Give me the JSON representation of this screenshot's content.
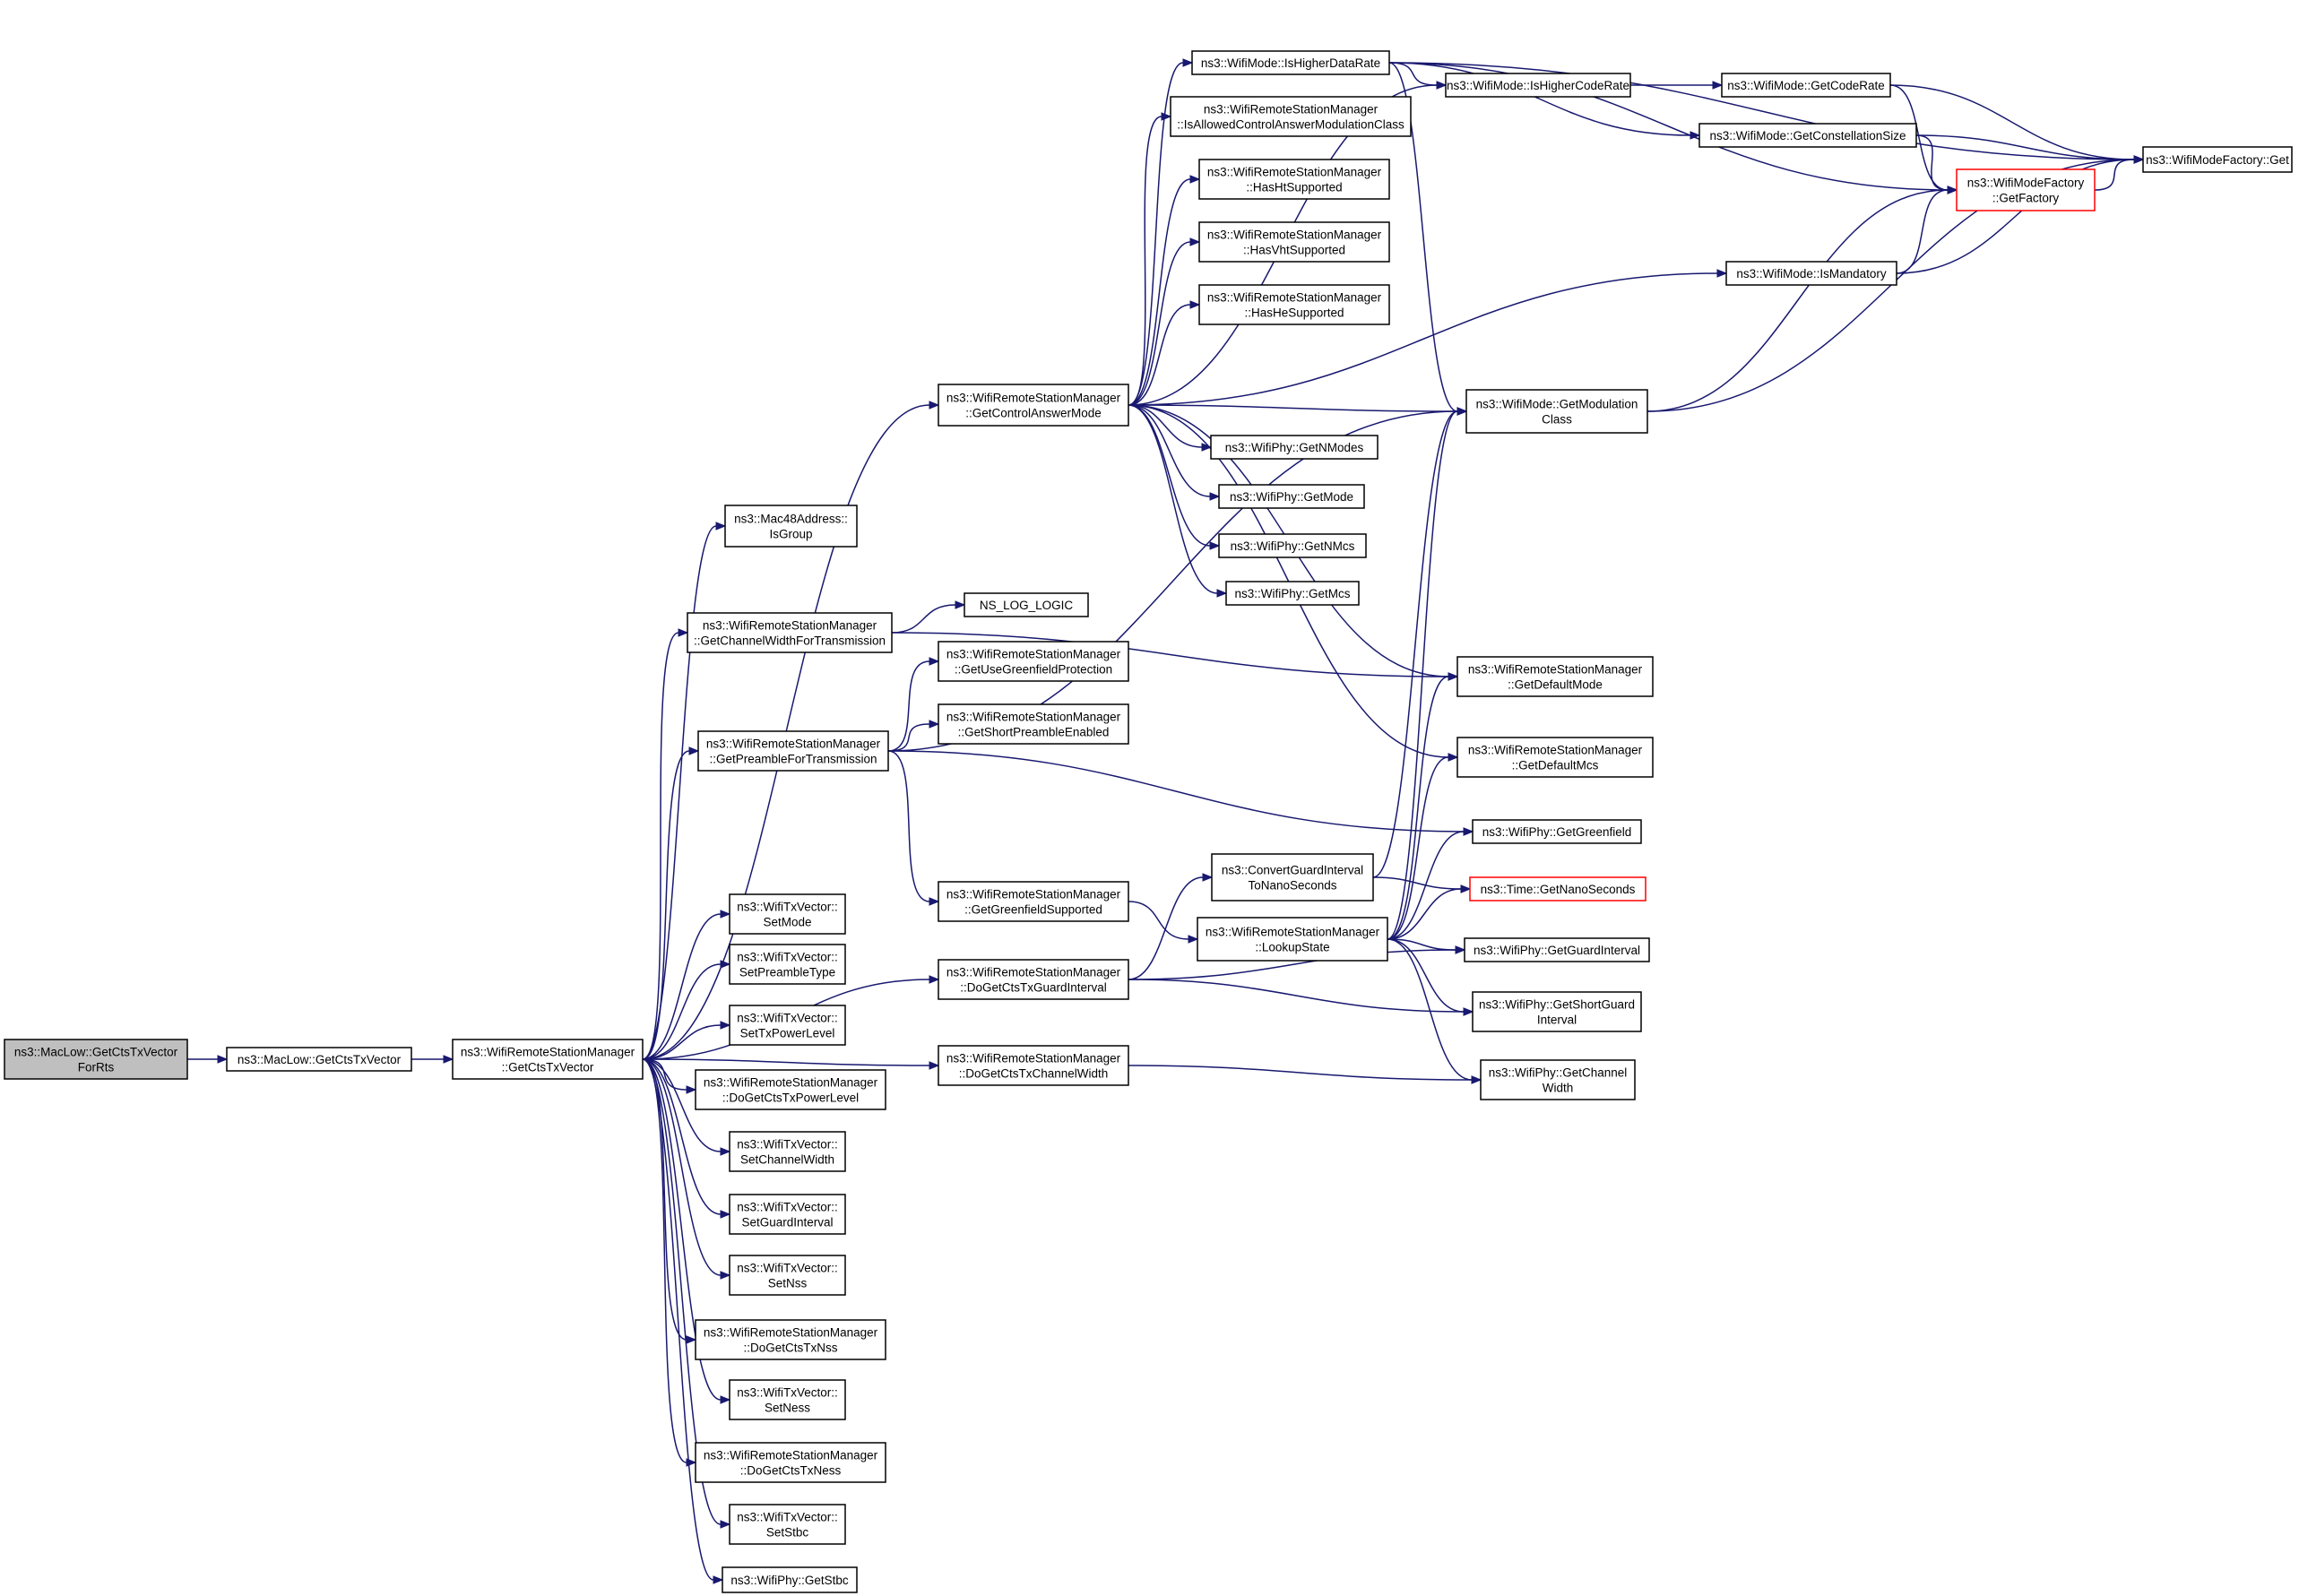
{
  "colors": {
    "edge": "#191970",
    "node_border": "#000000",
    "missing_border": "#ff0000",
    "root_fill": "#bfbfbf",
    "background": "#ffffff"
  },
  "nodes": [
    {
      "id": "root",
      "lines": [
        "ns3::MacLow::GetCtsTxVector",
        "ForRts"
      ],
      "kind": "root"
    },
    {
      "id": "gctv",
      "lines": [
        "ns3::MacLow::GetCtsTxVector"
      ]
    },
    {
      "id": "wrsm_gctv",
      "lines": [
        "ns3::WifiRemoteStationManager",
        "::GetCtsTxVector"
      ]
    },
    {
      "id": "isgroup",
      "lines": [
        "ns3::Mac48Address::",
        "IsGroup"
      ]
    },
    {
      "id": "gcwft",
      "lines": [
        "ns3::WifiRemoteStationManager",
        "::GetChannelWidthForTransmission"
      ]
    },
    {
      "id": "gpft",
      "lines": [
        "ns3::WifiRemoteStationManager",
        "::GetPreambleForTransmission"
      ]
    },
    {
      "id": "gcam",
      "lines": [
        "ns3::WifiRemoteStationManager",
        "::GetControlAnswerMode"
      ]
    },
    {
      "id": "setmode",
      "lines": [
        "ns3::WifiTxVector::",
        "SetMode"
      ]
    },
    {
      "id": "setpreamble",
      "lines": [
        "ns3::WifiTxVector::",
        "SetPreambleType"
      ]
    },
    {
      "id": "settxpower",
      "lines": [
        "ns3::WifiTxVector::",
        "SetTxPowerLevel"
      ]
    },
    {
      "id": "dogctpl",
      "lines": [
        "ns3::WifiRemoteStationManager",
        "::DoGetCtsTxPowerLevel"
      ]
    },
    {
      "id": "setcw",
      "lines": [
        "ns3::WifiTxVector::",
        "SetChannelWidth"
      ]
    },
    {
      "id": "setgi",
      "lines": [
        "ns3::WifiTxVector::",
        "SetGuardInterval"
      ]
    },
    {
      "id": "setnss",
      "lines": [
        "ns3::WifiTxVector::",
        "SetNss"
      ]
    },
    {
      "id": "dogctnss",
      "lines": [
        "ns3::WifiRemoteStationManager",
        "::DoGetCtsTxNss"
      ]
    },
    {
      "id": "setness",
      "lines": [
        "ns3::WifiTxVector::",
        "SetNess"
      ]
    },
    {
      "id": "dogctness",
      "lines": [
        "ns3::WifiRemoteStationManager",
        "::DoGetCtsTxNess"
      ]
    },
    {
      "id": "setstbc",
      "lines": [
        "ns3::WifiTxVector::",
        "SetStbc"
      ]
    },
    {
      "id": "getstbc",
      "lines": [
        "ns3::WifiPhy::GetStbc"
      ]
    },
    {
      "id": "nslog",
      "lines": [
        "NS_LOG_LOGIC"
      ]
    },
    {
      "id": "gugp",
      "lines": [
        "ns3::WifiRemoteStationManager",
        "::GetUseGreenfieldProtection"
      ]
    },
    {
      "id": "gspe",
      "lines": [
        "ns3::WifiRemoteStationManager",
        "::GetShortPreambleEnabled"
      ]
    },
    {
      "id": "ggs",
      "lines": [
        "ns3::WifiRemoteStationManager",
        "::GetGreenfieldSupported"
      ]
    },
    {
      "id": "dogctgi",
      "lines": [
        "ns3::WifiRemoteStationManager",
        "::DoGetCtsTxGuardInterval"
      ]
    },
    {
      "id": "dogctcw",
      "lines": [
        "ns3::WifiRemoteStationManager",
        "::DoGetCtsTxChannelWidth"
      ]
    },
    {
      "id": "ihdr",
      "lines": [
        "ns3::WifiMode::IsHigherDataRate"
      ]
    },
    {
      "id": "iacamc",
      "lines": [
        "ns3::WifiRemoteStationManager",
        "::IsAllowedControlAnswerModulationClass"
      ]
    },
    {
      "id": "hht",
      "lines": [
        "ns3::WifiRemoteStationManager",
        "::HasHtSupported"
      ]
    },
    {
      "id": "hvht",
      "lines": [
        "ns3::WifiRemoteStationManager",
        "::HasVhtSupported"
      ]
    },
    {
      "id": "hhe",
      "lines": [
        "ns3::WifiRemoteStationManager",
        "::HasHeSupported"
      ]
    },
    {
      "id": "gnmodes",
      "lines": [
        "ns3::WifiPhy::GetNModes"
      ]
    },
    {
      "id": "getmode",
      "lines": [
        "ns3::WifiPhy::GetMode"
      ]
    },
    {
      "id": "gnmcs",
      "lines": [
        "ns3::WifiPhy::GetNMcs"
      ]
    },
    {
      "id": "getmcs",
      "lines": [
        "ns3::WifiPhy::GetMcs"
      ]
    },
    {
      "id": "cgitns",
      "lines": [
        "ns3::ConvertGuardInterval",
        "ToNanoSeconds"
      ]
    },
    {
      "id": "lookup",
      "lines": [
        "ns3::WifiRemoteStationManager",
        "::LookupState"
      ]
    },
    {
      "id": "ihcr",
      "lines": [
        "ns3::WifiMode::IsHigherCodeRate"
      ]
    },
    {
      "id": "gcs",
      "lines": [
        "ns3::WifiMode::GetConstellationSize"
      ]
    },
    {
      "id": "ismand",
      "lines": [
        "ns3::WifiMode::IsMandatory"
      ]
    },
    {
      "id": "gmodc",
      "lines": [
        "ns3::WifiMode::GetModulation",
        "Class"
      ]
    },
    {
      "id": "gdmode",
      "lines": [
        "ns3::WifiRemoteStationManager",
        "::GetDefaultMode"
      ]
    },
    {
      "id": "gdmcs",
      "lines": [
        "ns3::WifiRemoteStationManager",
        "::GetDefaultMcs"
      ]
    },
    {
      "id": "ggf",
      "lines": [
        "ns3::WifiPhy::GetGreenfield"
      ]
    },
    {
      "id": "gns",
      "lines": [
        "ns3::Time::GetNanoSeconds"
      ],
      "kind": "missing"
    },
    {
      "id": "ggi",
      "lines": [
        "ns3::WifiPhy::GetGuardInterval"
      ]
    },
    {
      "id": "gsgi",
      "lines": [
        "ns3::WifiPhy::GetShortGuard",
        "Interval"
      ]
    },
    {
      "id": "gcw",
      "lines": [
        "ns3::WifiPhy::GetChannel",
        "Width"
      ]
    },
    {
      "id": "gcr",
      "lines": [
        "ns3::WifiMode::GetCodeRate"
      ]
    },
    {
      "id": "wmfgf",
      "lines": [
        "ns3::WifiModeFactory",
        "::GetFactory"
      ],
      "kind": "missing"
    },
    {
      "id": "wmfget",
      "lines": [
        "ns3::WifiModeFactory::Get"
      ]
    }
  ],
  "edges": [
    [
      "root",
      "gctv"
    ],
    [
      "gctv",
      "wrsm_gctv"
    ],
    [
      "wrsm_gctv",
      "isgroup"
    ],
    [
      "wrsm_gctv",
      "gcwft"
    ],
    [
      "wrsm_gctv",
      "gpft"
    ],
    [
      "wrsm_gctv",
      "gcam"
    ],
    [
      "wrsm_gctv",
      "setmode"
    ],
    [
      "wrsm_gctv",
      "setpreamble"
    ],
    [
      "wrsm_gctv",
      "settxpower"
    ],
    [
      "wrsm_gctv",
      "dogctpl"
    ],
    [
      "wrsm_gctv",
      "setcw"
    ],
    [
      "wrsm_gctv",
      "setgi"
    ],
    [
      "wrsm_gctv",
      "setnss"
    ],
    [
      "wrsm_gctv",
      "dogctnss"
    ],
    [
      "wrsm_gctv",
      "setness"
    ],
    [
      "wrsm_gctv",
      "dogctness"
    ],
    [
      "wrsm_gctv",
      "setstbc"
    ],
    [
      "wrsm_gctv",
      "getstbc"
    ],
    [
      "wrsm_gctv",
      "dogctgi"
    ],
    [
      "wrsm_gctv",
      "dogctcw"
    ],
    [
      "gcwft",
      "nslog"
    ],
    [
      "gcwft",
      "gdmode"
    ],
    [
      "gpft",
      "gugp"
    ],
    [
      "gpft",
      "gspe"
    ],
    [
      "gpft",
      "ggs"
    ],
    [
      "gpft",
      "gmodc"
    ],
    [
      "gpft",
      "ggf"
    ],
    [
      "gcam",
      "ihdr"
    ],
    [
      "gcam",
      "ihcr"
    ],
    [
      "gcam",
      "iacamc"
    ],
    [
      "gcam",
      "hht"
    ],
    [
      "gcam",
      "hvht"
    ],
    [
      "gcam",
      "hhe"
    ],
    [
      "gcam",
      "ismand"
    ],
    [
      "gcam",
      "gmodc"
    ],
    [
      "gcam",
      "gnmodes"
    ],
    [
      "gcam",
      "getmode"
    ],
    [
      "gcam",
      "gnmcs"
    ],
    [
      "gcam",
      "getmcs"
    ],
    [
      "gcam",
      "gdmode"
    ],
    [
      "gcam",
      "gdmcs"
    ],
    [
      "ihdr",
      "ihcr"
    ],
    [
      "ihdr",
      "gcs"
    ],
    [
      "ihdr",
      "wmfgf"
    ],
    [
      "ihdr",
      "wmfget"
    ],
    [
      "ihdr",
      "gmodc"
    ],
    [
      "ihcr",
      "gcr"
    ],
    [
      "gcr",
      "wmfgf"
    ],
    [
      "gcr",
      "wmfget"
    ],
    [
      "gcs",
      "wmfgf"
    ],
    [
      "gcs",
      "wmfget"
    ],
    [
      "ismand",
      "wmfgf"
    ],
    [
      "ismand",
      "wmfget"
    ],
    [
      "wmfgf",
      "wmfget"
    ],
    [
      "gmodc",
      "wmfgf"
    ],
    [
      "gmodc",
      "wmfget"
    ],
    [
      "ggs",
      "lookup"
    ],
    [
      "dogctgi",
      "cgitns"
    ],
    [
      "dogctgi",
      "ggi"
    ],
    [
      "dogctgi",
      "gsgi"
    ],
    [
      "dogctcw",
      "gcw"
    ],
    [
      "cgitns",
      "gns"
    ],
    [
      "cgitns",
      "gmodc"
    ],
    [
      "lookup",
      "gdmode"
    ],
    [
      "lookup",
      "gdmcs"
    ],
    [
      "lookup",
      "ggf"
    ],
    [
      "lookup",
      "gns"
    ],
    [
      "lookup",
      "ggi"
    ],
    [
      "lookup",
      "gsgi"
    ],
    [
      "lookup",
      "gcw"
    ],
    [
      "lookup",
      "gmodc"
    ]
  ]
}
